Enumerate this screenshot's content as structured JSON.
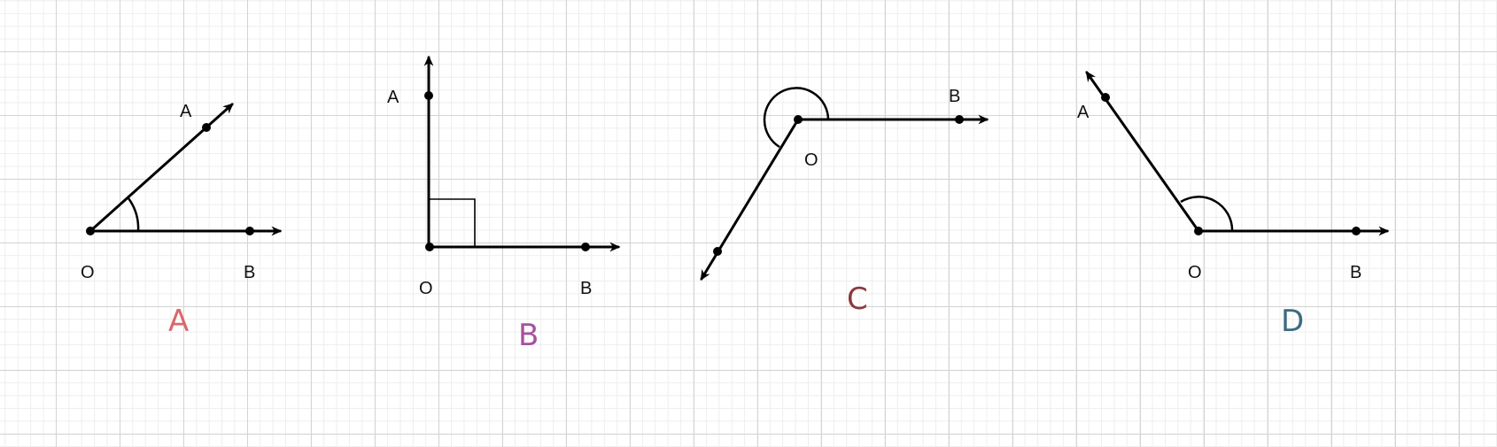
{
  "figures": [
    {
      "caption": "A",
      "caption_color": "#d9686b",
      "type": "acute angle",
      "vertex_label": "O",
      "ray1_label": "A",
      "ray2_label": "B"
    },
    {
      "caption": "B",
      "caption_color": "#a5519f",
      "type": "right angle",
      "vertex_label": "O",
      "ray1_label": "A",
      "ray2_label": "B"
    },
    {
      "caption": "C",
      "caption_color": "#8b3a3a",
      "type": "reflex angle",
      "vertex_label": "O",
      "ray1_label": "B"
    },
    {
      "caption": "D",
      "caption_color": "#3f6b80",
      "type": "obtuse angle",
      "vertex_label": "O",
      "ray1_label": "A",
      "ray2_label": "B"
    }
  ],
  "colors": {
    "grid_major": "#d4d4d4",
    "grid_minor": "#eeeeee",
    "ray": "#000000"
  }
}
